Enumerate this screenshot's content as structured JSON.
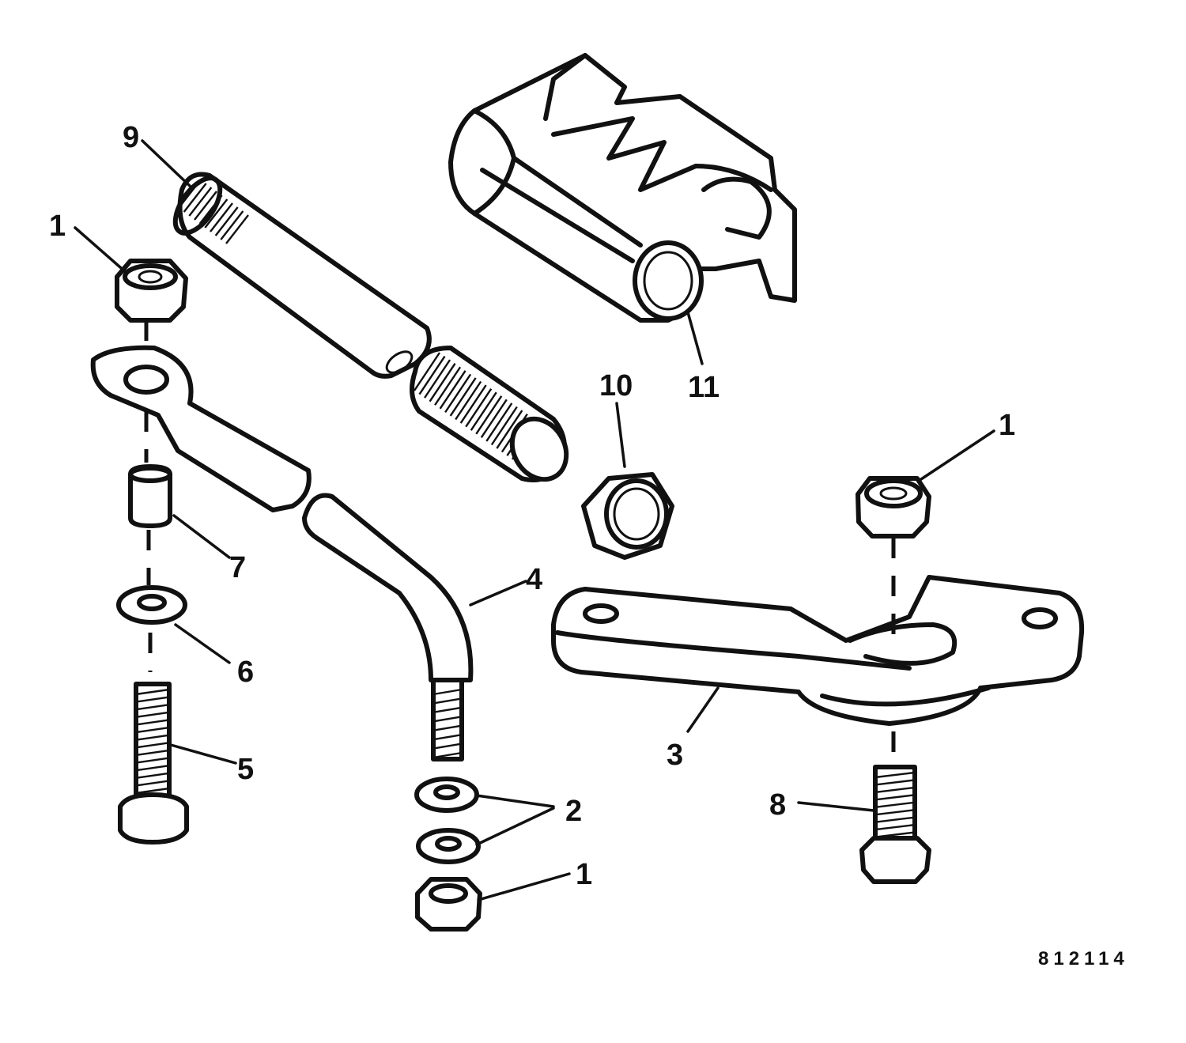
{
  "callouts": {
    "c1_top_left": "1",
    "c9": "9",
    "c7": "7",
    "c6": "6",
    "c5": "5",
    "c4": "4",
    "c2": "2",
    "c1_bottom": "1",
    "c10": "10",
    "c11": "11",
    "c1_right": "1",
    "c3": "3",
    "c8": "8"
  },
  "figure_number": "812114"
}
